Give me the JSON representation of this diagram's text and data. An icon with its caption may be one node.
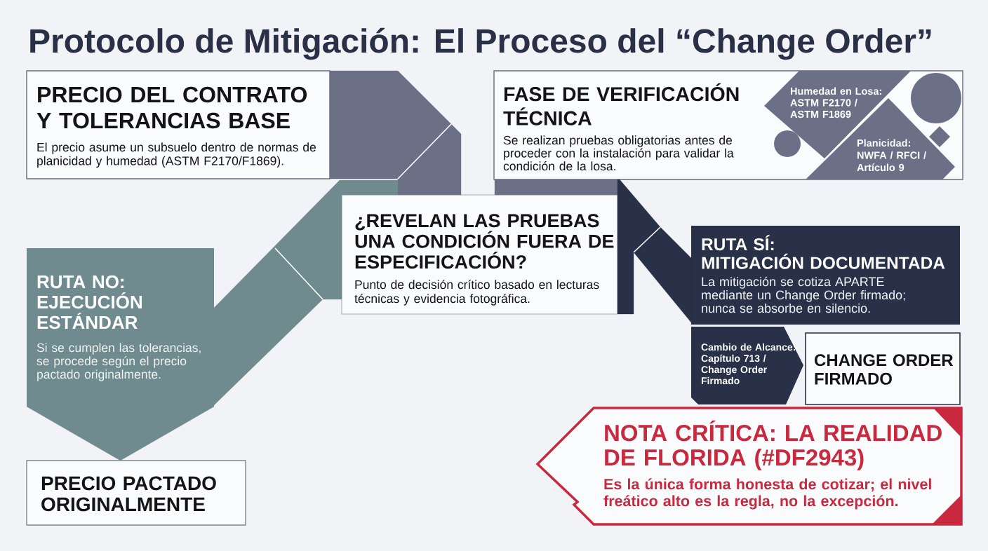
{
  "diagram": {
    "title": "Protocolo de Mitigación: El Proceso del “Change Order”",
    "nodes": [
      {
        "text": [
          "PRECIO DEL CONTRATO Y TOLERANCIAS BASE",
          "El precio asume un subsuelo dentro de normas de planicidad y humedad (ASTM F2170/F1869)."
        ]
      },
      {
        "text": [
          "FASE DE VERIFICACIÓN TÉCNICA",
          "Se realizan pruebas obligatorias antes de proceder con la instalación para validar la condición de la losa."
        ]
      },
      {
        "text": [
          "Humedad en Losa: ASTM F2170 / ASTM F1869"
        ],
        "in": 1
      },
      {
        "text": [
          "Planicidad: NWFA / RFCI / Artículo 9"
        ],
        "in": 1
      },
      {
        "text": [
          "¿REVELAN LAS PRUEBAS UNA CONDICIÓN FUERA DE ESPECIFICACIÓN?",
          "Punto de decisión crítico basado en lecturas técnicas y evidencia fotográfica."
        ]
      },
      {
        "text": [
          "RUTA NO: EJECUCIÓN ESTÁNDAR",
          "Si se cumplen las tolerancias, se procede según el precio pactado originalmente."
        ]
      },
      {
        "text": [
          "PRECIO PACTADO ORIGINALMENTE"
        ]
      },
      {
        "text": [
          "RUTA SÍ: MITIGACIÓN DOCUMENTADA",
          "La mitigación se cotiza APARTE mediante un Change Order firmado; nunca se absorbe en silencio."
        ]
      },
      {
        "text": [
          "Cambio de Alcance: Capítulo 713 / Change Order Firmado"
        ]
      },
      {
        "text": [
          "CHANGE ORDER FIRMADO"
        ]
      },
      {
        "text": [
          "NOTA CRÍTICA: LA REALIDAD DE FLORIDA (#DF2943)",
          "Es la única forma honesta de cotizar; el nivel freático alto es la regla, no la excepción."
        ]
      }
    ],
    "edges": [
      {
        "from": 0,
        "to": 4,
        "arrow": "none",
        "style": "thick",
        "color": "#6b7086"
      },
      {
        "from": 1,
        "to": 4,
        "arrow": "none",
        "style": "thick",
        "color": "#6b7086"
      },
      {
        "from": 4,
        "to": 5,
        "arrow": "none",
        "style": "thick",
        "color": "#6f8b8f"
      },
      {
        "from": 4,
        "to": 7,
        "arrow": "none",
        "style": "thick",
        "color": "#283147"
      },
      {
        "from": 5,
        "to": 6,
        "arrow": "to",
        "style": "thick",
        "color": "#6f8b8f"
      }
    ]
  }
}
